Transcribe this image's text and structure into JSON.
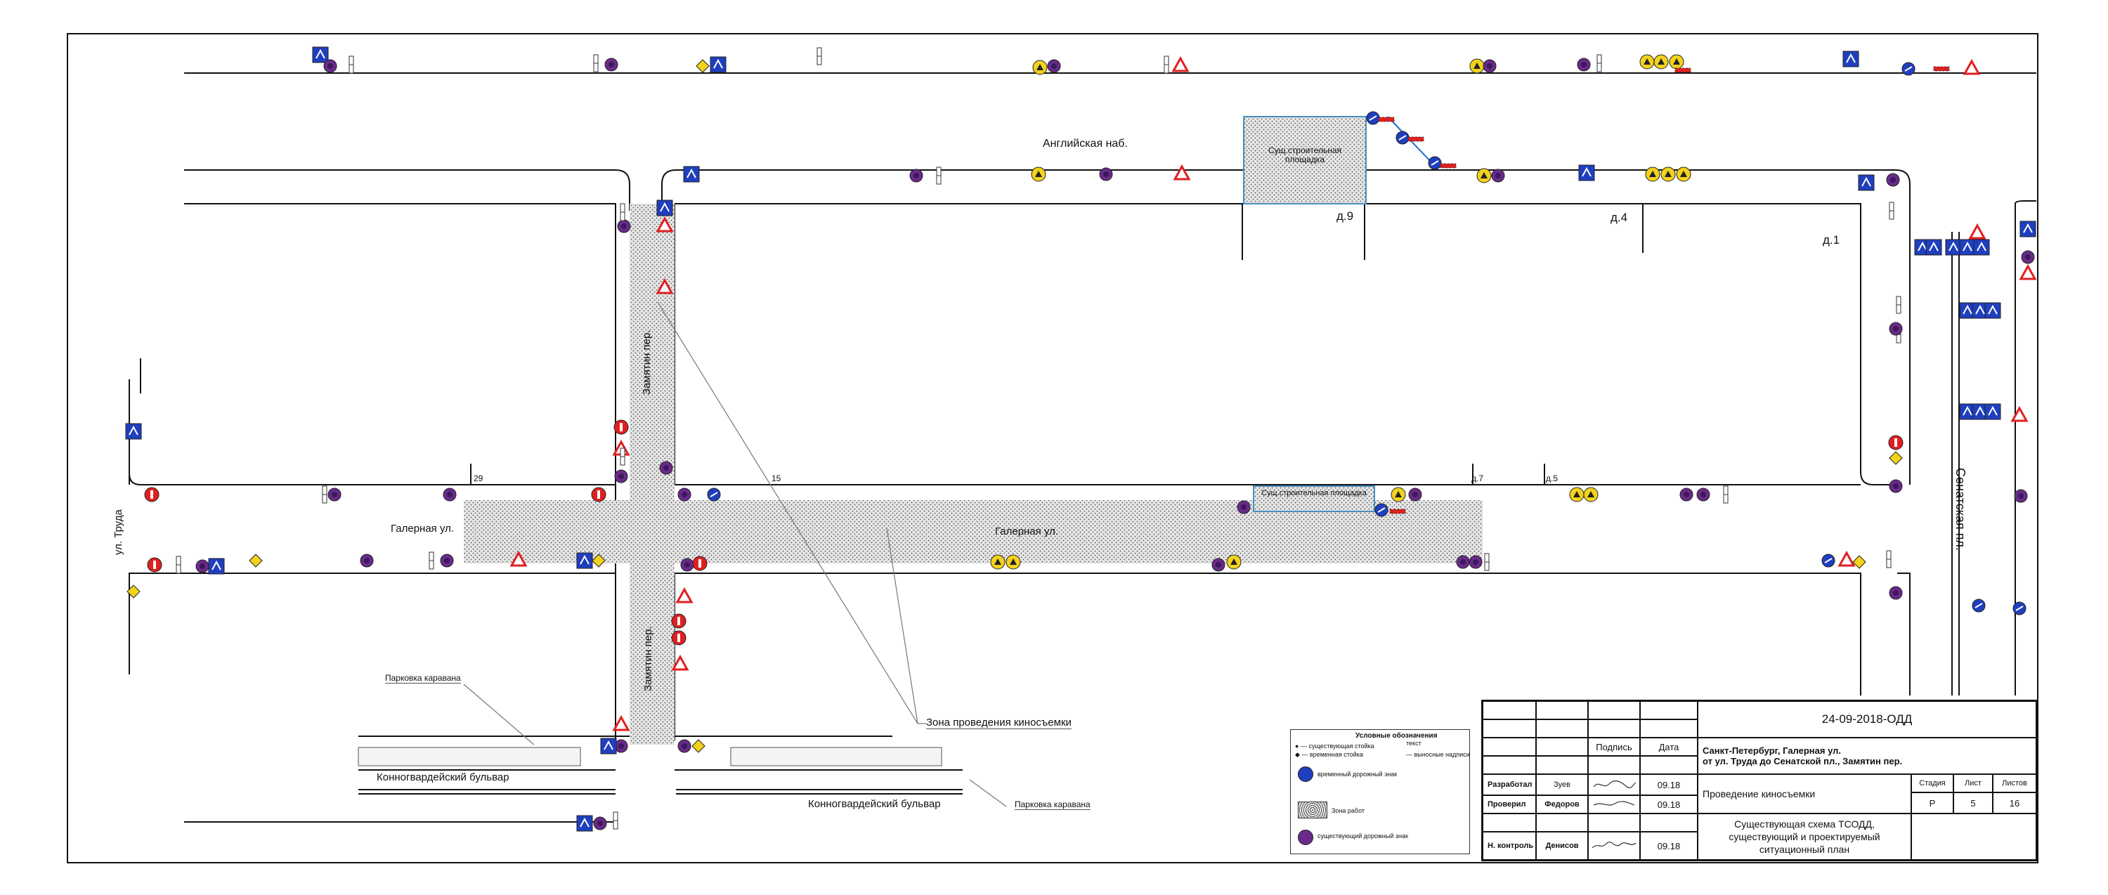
{
  "streets": {
    "angliyskaya": "Английская наб.",
    "galernaya_left": "Галерная ул.",
    "galernaya_center": "Галерная ул.",
    "zamyatin_upper": "Замятин пер.",
    "zamyatin_lower": "Замятин пер.",
    "truda": "ул. Труда",
    "senatskaya": "Сенатская пл.",
    "konnogvard_1": "Конногвардейский бульвар",
    "konnogvard_2": "Конногвардейский бульвар"
  },
  "house_numbers": {
    "d9": "д.9",
    "d4": "д.4",
    "d1": "д.1",
    "n29": "29",
    "n15": "15",
    "d7": "д.7",
    "d5": "д.5"
  },
  "zones": {
    "construction_top": "Сущ.строительная площадка",
    "construction_mid": "Сущ.строительная площадка"
  },
  "callouts": {
    "filming_zone": "Зона проведения киносъемки",
    "caravan_parking_1": "Парковка каравана",
    "caravan_parking_2": "Парковка каравана"
  },
  "legend": {
    "title": "Условные обозначения",
    "existing_post": "— существующая стойка",
    "temp_post": "— временная стойка",
    "text_label": "текст",
    "removable": "— выносные надписи",
    "temp_sign": "временный дорожный знак",
    "work_zone": "Зона работ",
    "existing_sign": "существующий дорожный знак"
  },
  "titleblock": {
    "doc_code": "24-09-2018-ОДД",
    "podpis": "Подпись",
    "data": "Дата",
    "location_line1": "Санкт-Петербург, Галерная ул.",
    "location_line2": "от ул. Труда до Сенатской пл., Замятин пер.",
    "purpose": "Проведение  киносъемки",
    "stage_label": "Стадия",
    "sheet_label": "Лист",
    "sheets_label": "Листов",
    "stage": "Р",
    "sheet": "5",
    "sheets": "16",
    "role_1": "Разработал",
    "name_1": "Зуев",
    "date_1": "09.18",
    "role_2": "Проверил",
    "name_2": "Федоров",
    "date_2": "09.18",
    "role_3": "Н. контроль",
    "name_3": "Денисов",
    "date_3": "09.18",
    "drawing_title": "Существующая схема ТСОДД, существующий и проектируемый ситуационный план"
  },
  "colors": {
    "sign_blue": "#1f3fbf",
    "sign_red": "#e02020",
    "sign_yellow": "#f2d21c",
    "existing_sign": "#6a2a8a",
    "zone_fill": "#d9d9d9",
    "zone_border": "#4a8fbf"
  }
}
